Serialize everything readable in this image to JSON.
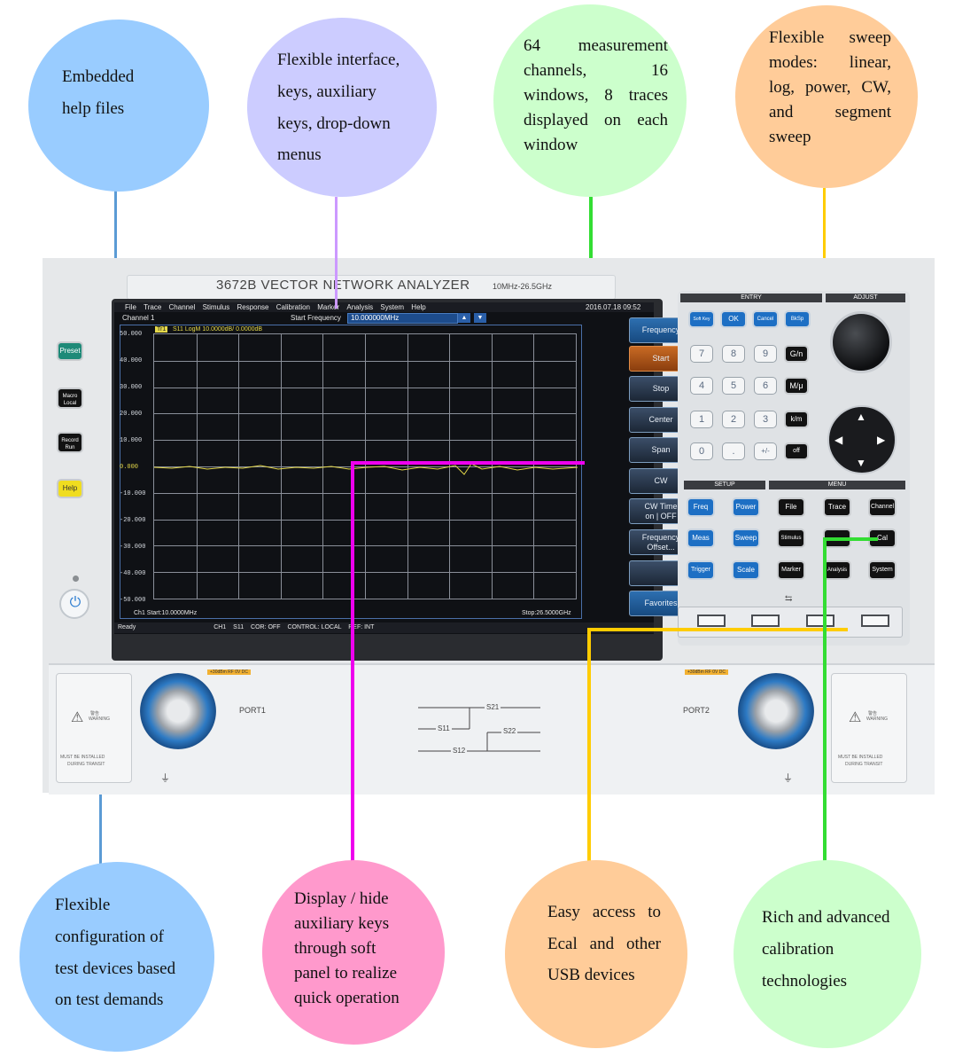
{
  "callouts": {
    "help_files": {
      "lines": [
        "Embedded",
        "help files"
      ],
      "color": "#99ccff"
    },
    "interface": {
      "lines": [
        "Flexible interface,",
        "keys, auxiliary",
        "keys, drop-down",
        "menus"
      ],
      "color": "#ccccff"
    },
    "channels": {
      "lines": [
        "64 measurement",
        "channels, 16",
        "windows, 8 traces",
        "displayed on each",
        "window"
      ],
      "color": "#ccffcc"
    },
    "sweep": {
      "lines": [
        "Flexible sweep",
        "modes: linear,",
        "log, power, CW,",
        "and segment",
        "sweep"
      ],
      "color": "#ffcc99"
    },
    "test_devices": {
      "lines": [
        "Flexible",
        "configuration of",
        "test devices based",
        "on test demands"
      ],
      "color": "#99ccff"
    },
    "aux_keys": {
      "lines": [
        "Display / hide",
        "auxiliary keys",
        "through soft",
        "panel to realize",
        "quick operation"
      ],
      "color": "#ff99cc"
    },
    "usb": {
      "lines": [
        "Easy access to",
        "Ecal and other",
        "USB devices"
      ],
      "color": "#ffcc99"
    },
    "calibration": {
      "lines": [
        "Rich and advanced",
        "calibration",
        "technologies"
      ],
      "color": "#ccffcc"
    }
  },
  "line_colors": {
    "blue": "#5b9bd5",
    "violet": "#cc99ff",
    "green": "#33dd33",
    "yellow": "#ffcc00",
    "magenta": "#ee00ee"
  },
  "device": {
    "model": "3672B VECTOR NETWORK ANALYZER",
    "range": "10MHz-26.5GHz",
    "left_keys": [
      "Preset",
      "Macro Local",
      "Record Run",
      "Help"
    ],
    "menu_bar": [
      "File",
      "Trace",
      "Channel",
      "Stimulus",
      "Response",
      "Calibration",
      "Marker",
      "Analysis",
      "System",
      "Help"
    ],
    "datetime": "2016.07.18 09:52",
    "channel": "Channel 1",
    "start_freq_label": "Start Frequency",
    "start_freq_value": "10.000000MHz",
    "trace_info": "S11 LogM 10.0000dB/ 0.0000dB",
    "trace_badge": "Tr1",
    "y_labels": [
      "50.000",
      "40.000",
      "30.000",
      "20.000",
      "10.000",
      "0.000",
      "-10.000",
      "-20.000",
      "-30.000",
      "-40.000",
      "-50.000"
    ],
    "footer_start": "Ch1  Start:10.0000MHz",
    "footer_stop": "Stop:26.5000GHz",
    "status_bar": [
      "Ready",
      "CH1",
      "S11",
      "COR: OFF",
      "CONTROL: LOCAL",
      "REF: INT"
    ],
    "softkeys": [
      "Frequency",
      "Start",
      "Stop",
      "Center",
      "Span",
      "CW",
      "CW Time",
      "on | OFF",
      "Frequency",
      "Offset...",
      "Favorites"
    ],
    "entry_label": "ENTRY",
    "adjust_label": "ADJUST",
    "setup_label": "SETUP",
    "menu_label": "MENU",
    "entry_keys": [
      "Soft Key",
      "OK",
      "Cancel",
      "BkSp"
    ],
    "num_keys": [
      "7",
      "8",
      "9",
      "G/n",
      "4",
      "5",
      "6",
      "M/μ",
      "1",
      "2",
      "3",
      "k/m",
      "0",
      ".",
      "+/-",
      "off"
    ],
    "setup_keys": [
      "Freq",
      "Power",
      "Meas",
      "Sweep",
      "Trigger",
      "Scale"
    ],
    "menu_keys": [
      "File",
      "Trace",
      "Channel",
      "Stimulus",
      "Cal",
      "Marker",
      "Analysis",
      "System"
    ],
    "port1": "PORT1",
    "port2": "PORT2",
    "warning_text": "WARNING",
    "warning_lines": [
      "MUST BE INSTALLED",
      "DURING TRANSIT"
    ],
    "warning_zh": "警告",
    "port_caution": "+30dBm RF 0V DC",
    "s_params": [
      "S21",
      "S11",
      "S22",
      "S12"
    ]
  }
}
